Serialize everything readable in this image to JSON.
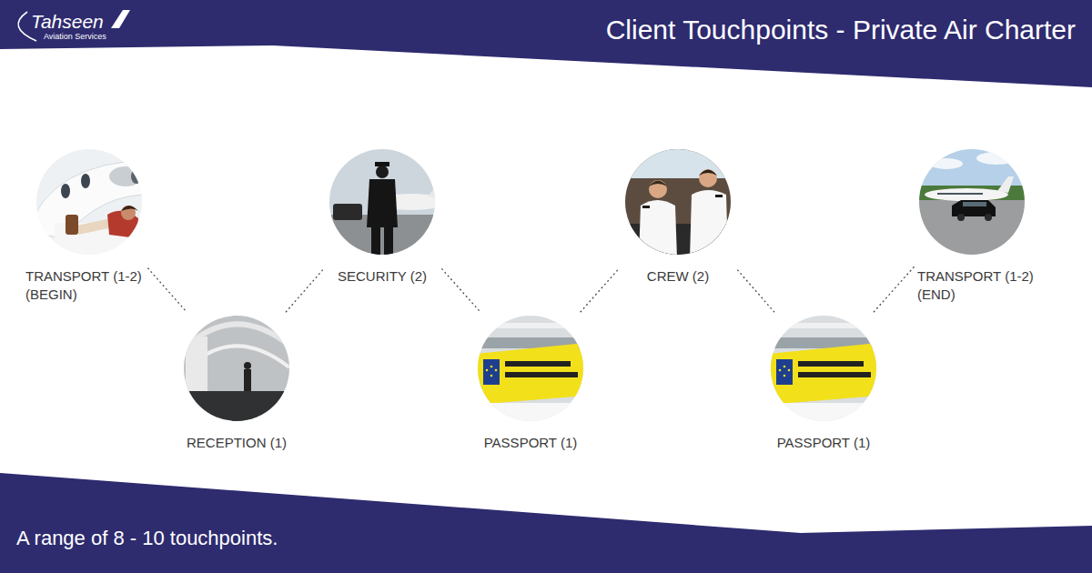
{
  "diagram": {
    "title": "Client Touchpoints - Private Air Charter",
    "caption": "A range of 8 - 10 touchpoints.",
    "nodes": [
      {
        "text": [
          "TRANSPORT (1-2) (BEGIN)"
        ]
      },
      {
        "text": [
          "RECEPTION (1)"
        ]
      },
      {
        "text": [
          "SECURITY (2)"
        ]
      },
      {
        "text": [
          "PASSPORT (1)"
        ]
      },
      {
        "text": [
          "CREW (2)"
        ]
      },
      {
        "text": [
          "PASSPORT (1)"
        ]
      },
      {
        "text": [
          "TRANSPORT (1-2) (END)"
        ]
      }
    ],
    "edges": [
      {
        "from": 0,
        "to": 1,
        "arrow": "none"
      },
      {
        "from": 1,
        "to": 2,
        "arrow": "none"
      },
      {
        "from": 2,
        "to": 3,
        "arrow": "none"
      },
      {
        "from": 3,
        "to": 4,
        "arrow": "none"
      },
      {
        "from": 4,
        "to": 5,
        "arrow": "none"
      },
      {
        "from": 5,
        "to": 6,
        "arrow": "none"
      }
    ],
    "labels": [
      "Tahseen",
      "Aviation Services"
    ]
  }
}
